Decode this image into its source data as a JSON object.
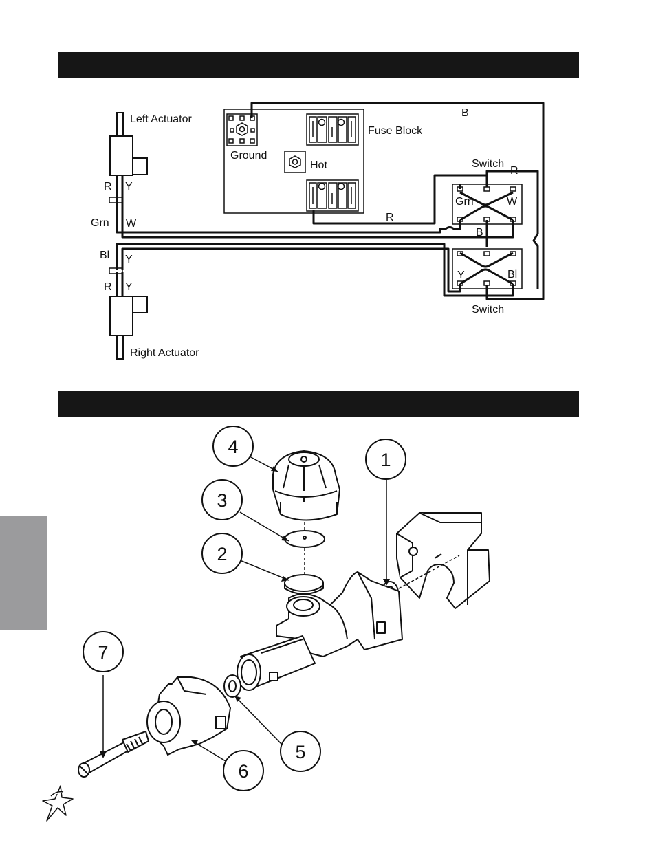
{
  "wiring": {
    "left_actuator": "Left Actuator",
    "right_actuator": "Right Actuator",
    "fuse_block": "Fuse Block",
    "ground": "Ground",
    "hot": "Hot",
    "switch_top": "Switch",
    "switch_bottom": "Switch",
    "wire_labels": {
      "b_top": "B",
      "r_top_switch": "R",
      "r_fuse": "R",
      "grn_switch": "Grn",
      "w_switch": "W",
      "b_switch": "B",
      "y_switch": "Y",
      "bl_switch": "Bl",
      "left_r": "R",
      "left_y": "Y",
      "left_grn": "Grn",
      "left_w": "W",
      "right_bl": "Bl",
      "right_y1": "Y",
      "right_r": "R",
      "right_y2": "Y"
    }
  },
  "parts": {
    "callouts": [
      "1",
      "2",
      "3",
      "4",
      "5",
      "6",
      "7"
    ]
  }
}
